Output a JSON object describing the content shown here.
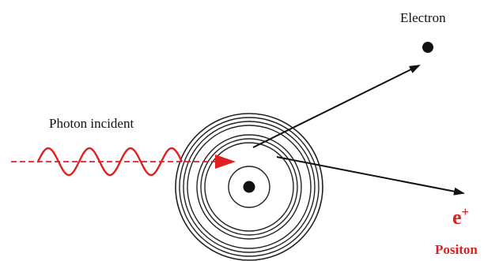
{
  "labels": {
    "electron": "Electron",
    "photon": "Photon incident",
    "positron_symbol": "e",
    "positron_charge": "+",
    "positron": "Positon"
  },
  "colors": {
    "photon": "#e02020",
    "particles": "#111111",
    "background": "#ffffff"
  }
}
